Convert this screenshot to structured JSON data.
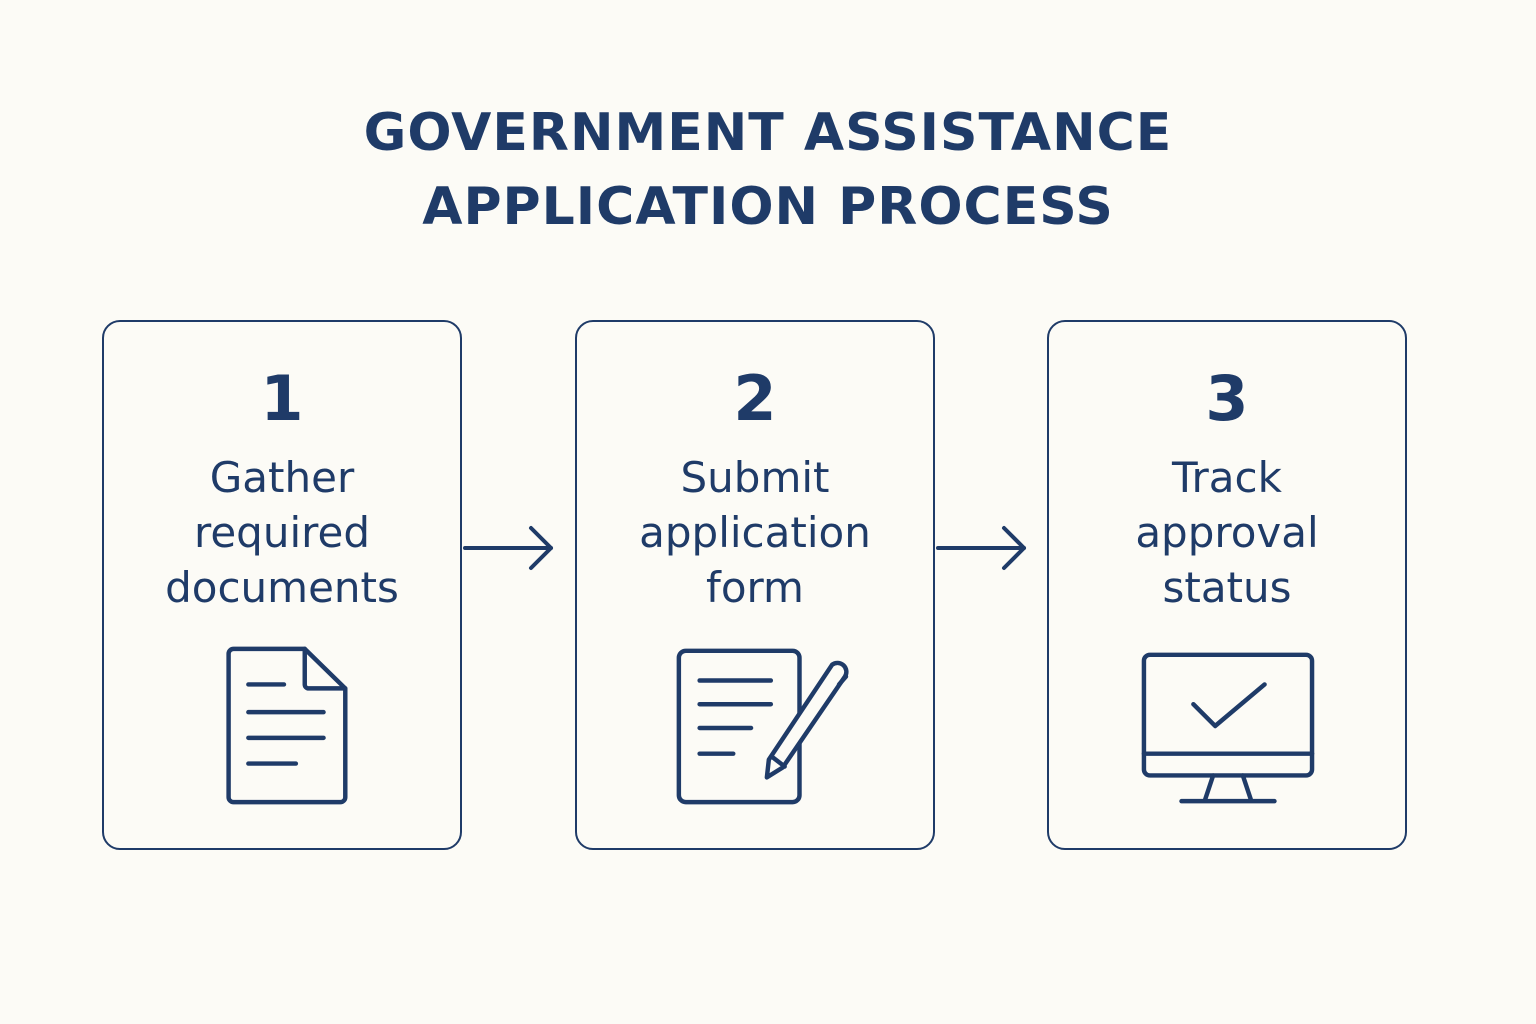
{
  "title": {
    "line1": "GOVERNMENT ASSISTANCE",
    "line2": "APPLICATION PROCESS"
  },
  "steps": [
    {
      "number": "1",
      "label_lines": [
        "Gather",
        "required",
        "documents"
      ],
      "icon": "document-icon"
    },
    {
      "number": "2",
      "label_lines": [
        "Submit",
        "application",
        "form"
      ],
      "icon": "form-with-pen-icon"
    },
    {
      "number": "3",
      "label_lines": [
        "Track",
        "approval",
        "status"
      ],
      "icon": "monitor-checkmark-icon"
    }
  ],
  "colors": {
    "primary": "#1f3b68",
    "background": "#fcfbf6"
  }
}
